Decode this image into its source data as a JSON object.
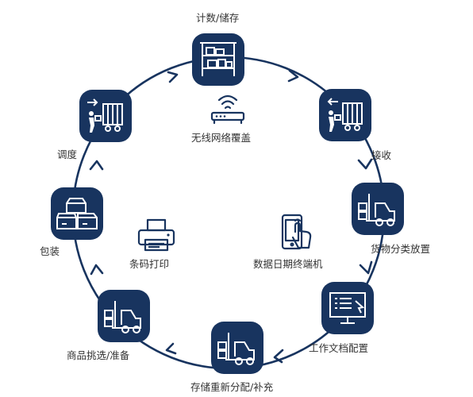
{
  "colors": {
    "tile": "#18345f",
    "ring": "#18345f",
    "icon": "#ffffff",
    "text": "#333333"
  },
  "steps": [
    {
      "label": "计数/储存",
      "icon": "warehouse-shelving-icon"
    },
    {
      "label": "接收",
      "icon": "truck-unloading-icon"
    },
    {
      "label": "货物分类放置",
      "icon": "forklift-icon"
    },
    {
      "label": "工作文档配置",
      "icon": "monitor-document-icon"
    },
    {
      "label": "存储重新分配/补充",
      "icon": "forklift-icon"
    },
    {
      "label": "商品挑选/准备",
      "icon": "forklift-icon"
    },
    {
      "label": "包装",
      "icon": "stacked-boxes-icon"
    },
    {
      "label": "调度",
      "icon": "truck-loading-icon"
    }
  ],
  "center": {
    "wifi": {
      "label": "无线网络覆盖",
      "icon": "wifi-router-icon"
    },
    "printer": {
      "label": "条码打印",
      "icon": "printer-icon"
    },
    "terminal": {
      "label": "数据日期终端机",
      "icon": "handheld-terminal-icon"
    }
  }
}
